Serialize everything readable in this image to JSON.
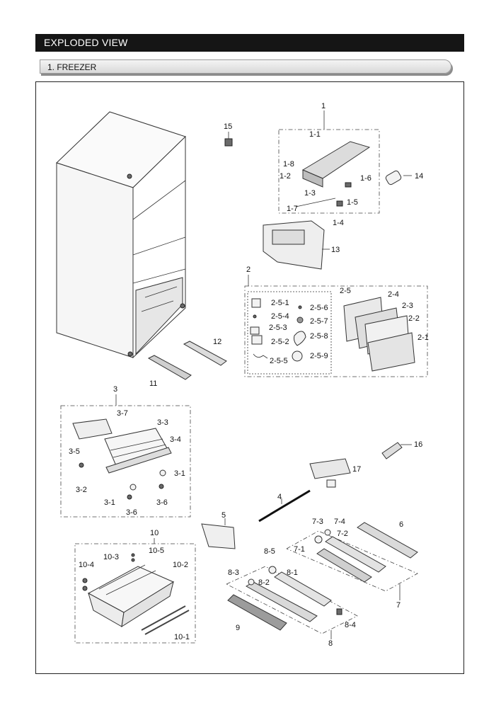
{
  "header": {
    "title": "EXPLODED VIEW"
  },
  "section": {
    "title": "1. FREEZER"
  },
  "labels": {
    "p1": "1",
    "p1_1": "1-1",
    "p1_2": "1-2",
    "p1_3": "1-3",
    "p1_4": "1-4",
    "p1_5": "1-5",
    "p1_6": "1-6",
    "p1_7": "1-7",
    "p1_8": "1-8",
    "p2": "2",
    "p2_1": "2-1",
    "p2_2": "2-2",
    "p2_3": "2-3",
    "p2_4": "2-4",
    "p2_5": "2-5",
    "p2_5_1": "2-5-1",
    "p2_5_2": "2-5-2",
    "p2_5_3": "2-5-3",
    "p2_5_4": "2-5-4",
    "p2_5_5": "2-5-5",
    "p2_5_6": "2-5-6",
    "p2_5_7": "2-5-7",
    "p2_5_8": "2-5-8",
    "p2_5_9": "2-5-9",
    "p3": "3",
    "p3_1a": "3-1",
    "p3_1b": "3-1",
    "p3_2": "3-2",
    "p3_3": "3-3",
    "p3_4": "3-4",
    "p3_5": "3-5",
    "p3_6a": "3-6",
    "p3_6b": "3-6",
    "p3_7": "3-7",
    "p4": "4",
    "p5": "5",
    "p6": "6",
    "p7": "7",
    "p7_1": "7-1",
    "p7_2": "7-2",
    "p7_3": "7-3",
    "p7_4": "7-4",
    "p8": "8",
    "p8_1": "8-1",
    "p8_2": "8-2",
    "p8_3": "8-3",
    "p8_4": "8-4",
    "p8_5": "8-5",
    "p9": "9",
    "p10": "10",
    "p10_1": "10-1",
    "p10_2": "10-2",
    "p10_3": "10-3",
    "p10_4": "10-4",
    "p10_5": "10-5",
    "p11": "11",
    "p12": "12",
    "p13": "13",
    "p14": "14",
    "p15": "15",
    "p16": "16",
    "p17": "17"
  }
}
